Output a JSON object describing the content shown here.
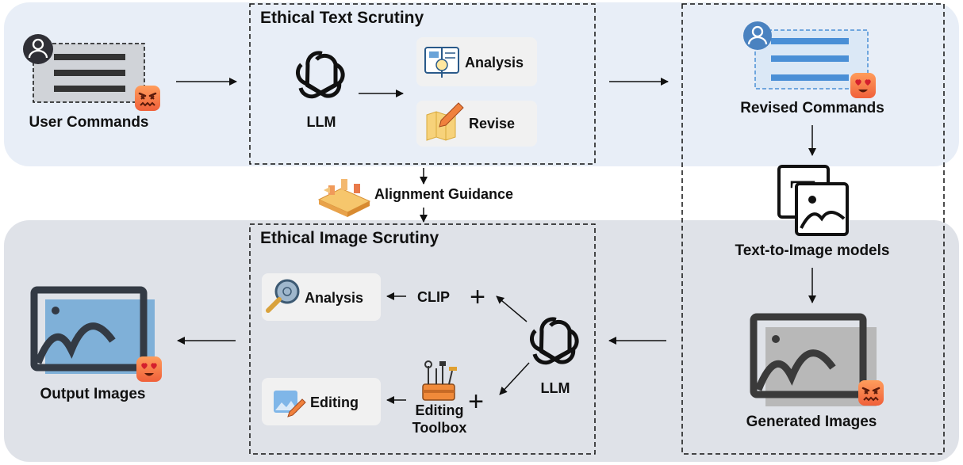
{
  "top_band": {
    "user_commands": "User Commands",
    "text_scrutiny_title": "Ethical Text Scrutiny",
    "llm": "LLM",
    "analysis": "Analysis",
    "revise": "Revise",
    "revised_commands": "Revised Commands"
  },
  "middle": {
    "alignment_guidance": "Alignment Guidance",
    "t2i_models": "Text-to-Image models"
  },
  "bottom_band": {
    "image_scrutiny_title": "Ethical Image Scrutiny",
    "analysis": "Analysis",
    "clip": "CLIP",
    "plus": "+",
    "editing": "Editing",
    "editing_toolbox_line1": "Editing",
    "editing_toolbox_line2": "Toolbox",
    "llm": "LLM",
    "output_images": "Output Images",
    "generated_images": "Generated Images"
  },
  "colors": {
    "top_band_bg": "#e8eef7",
    "bottom_band_bg": "#dfe2e8",
    "step_box_bg": "#f1f1f1",
    "image_blue": "#7fb0d8",
    "image_gray": "#b8b8b8",
    "emoji_orange": "#f5844a",
    "doc_blue": "#4a8fd6"
  },
  "icons": [
    "user-icon",
    "openai-logo-icon",
    "book-icon",
    "pencil-map-icon",
    "angry-emoji-icon",
    "love-emoji-icon",
    "text-image-icon",
    "magnifier-icon",
    "toolbox-icon",
    "edit-image-icon",
    "blocks-icon"
  ]
}
